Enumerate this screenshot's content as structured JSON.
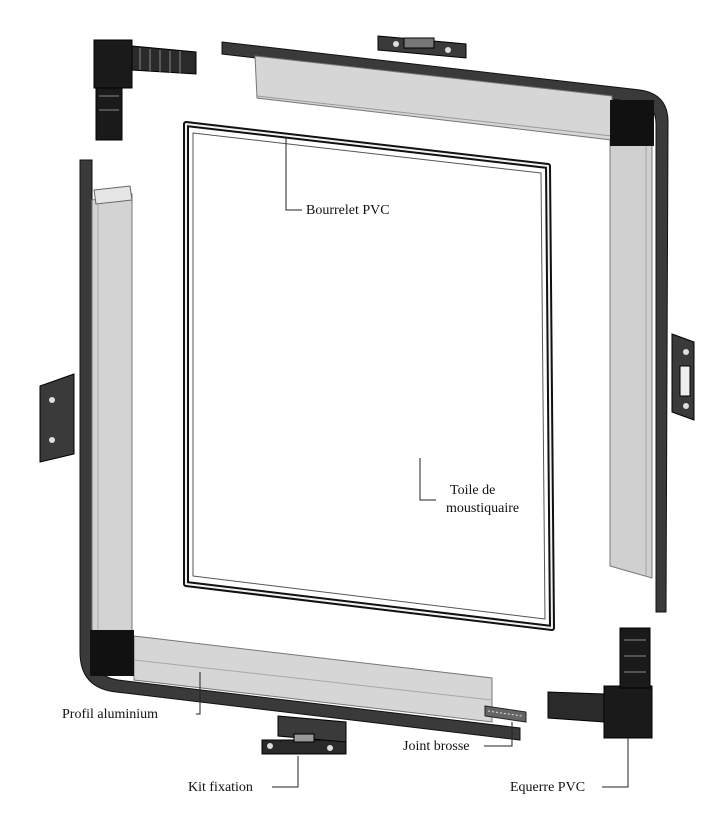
{
  "labels": {
    "bourrelet": "Bourrelet PVC",
    "toile_line1": "Toile de",
    "toile_line2": "moustiquaire",
    "profil": "Profil aluminium",
    "joint": "Joint brosse",
    "kit": "Kit fixation",
    "equerre": "Equerre PVC"
  },
  "colors": {
    "frame_dark": "#2a2a2a",
    "frame_edge": "#111111",
    "profile_light": "#d9d9d9",
    "profile_mid": "#bdbdbd",
    "bracket": "#1c1c1c",
    "leader": "#222222"
  }
}
